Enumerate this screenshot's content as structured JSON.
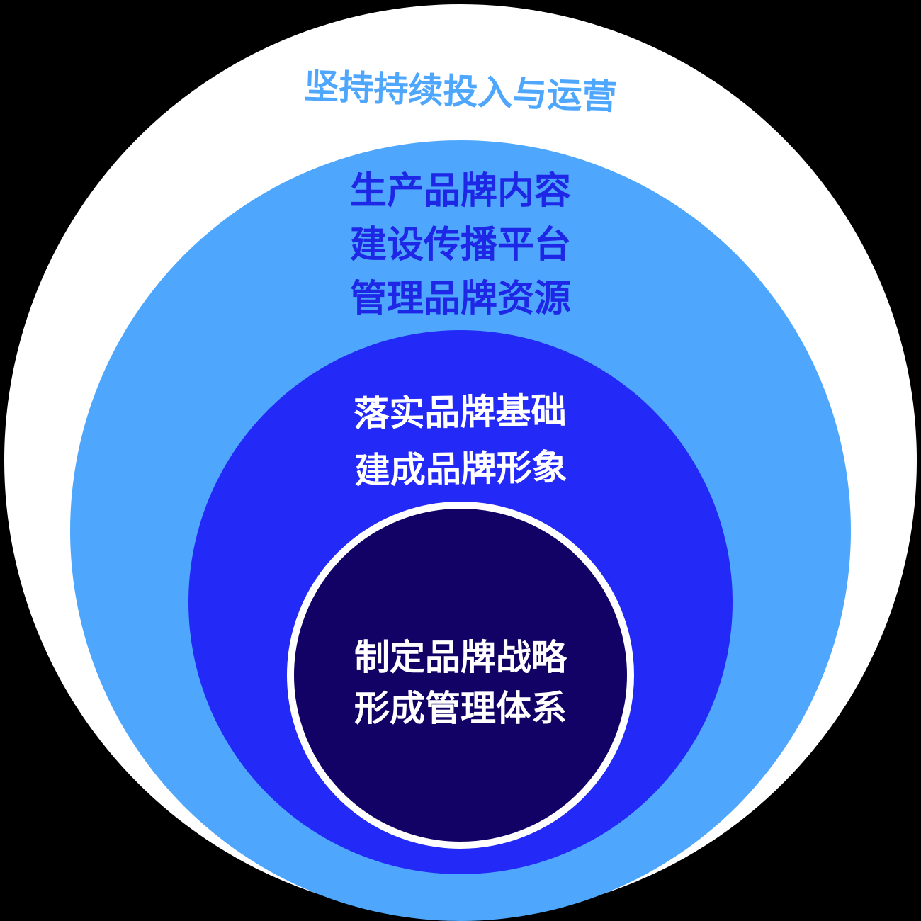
{
  "diagram": {
    "colors": {
      "background": "#000000",
      "outer": "#FFFFFF",
      "second": "#4EA7FC",
      "third": "#2329F7",
      "core": "#130266",
      "core_border": "#FFFFFF",
      "outer_text": "#4EA7FC",
      "second_text": "#1F27E6",
      "inner_text": "#FFFFFF"
    },
    "layers": [
      {
        "lines": [
          "坚持持续投入与运营"
        ]
      },
      {
        "lines": [
          "生产品牌内容",
          "建设传播平台",
          "管理品牌资源"
        ]
      },
      {
        "lines": [
          "落实品牌基础",
          "建成品牌形象"
        ]
      },
      {
        "lines": [
          "制定品牌战略",
          "形成管理体系"
        ]
      }
    ]
  }
}
